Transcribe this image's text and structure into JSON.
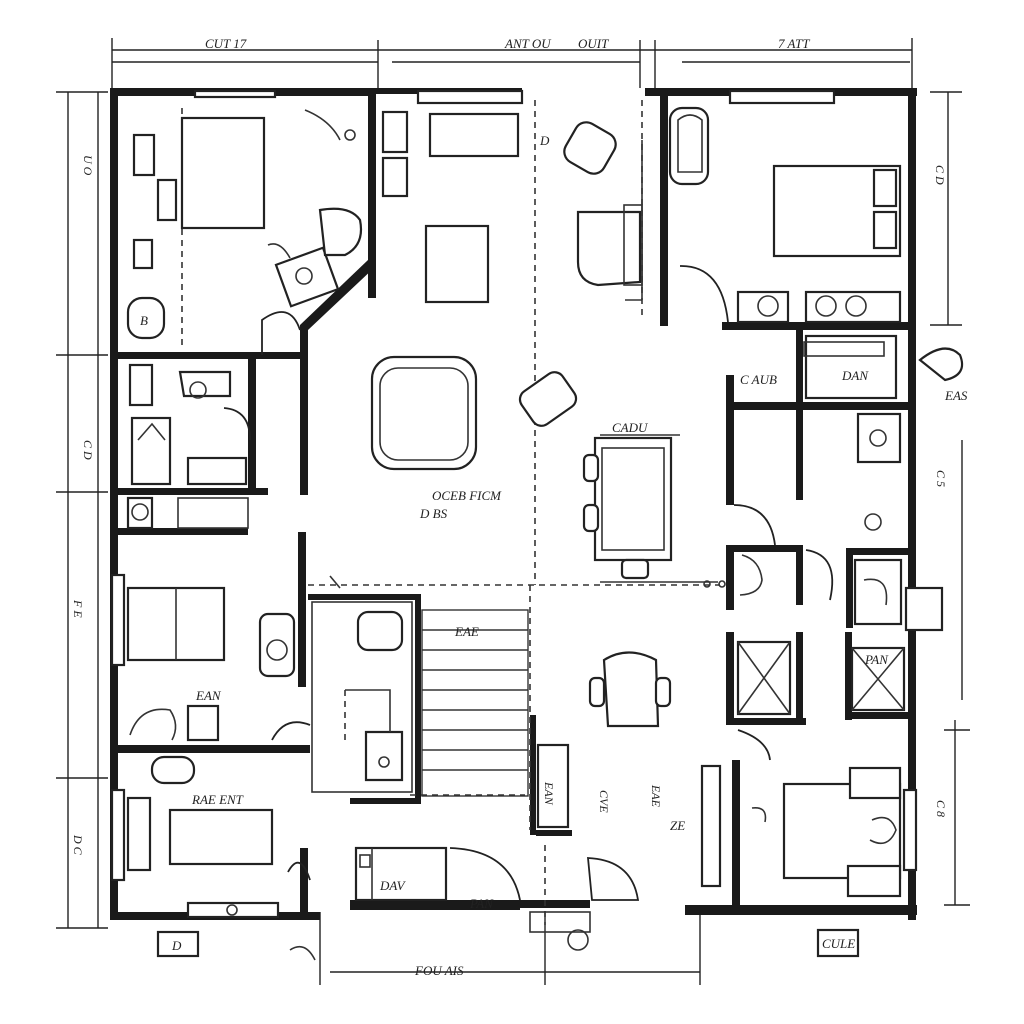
{
  "diagram": {
    "dimension_labels": {
      "top_left": "CUT 17",
      "top_center": "ANT OU",
      "top_center_b": "OUIT",
      "top_right": "7 ATT",
      "bottom": "FOU AIS",
      "left_1": "U O",
      "left_2": "C D",
      "left_3": "F E",
      "left_4": "D C",
      "right_1": "C D",
      "right_2": "C 5",
      "right_3": "C 8"
    },
    "room_labels": {
      "office": "OCEB FICM",
      "office_sub": "D BS",
      "dining": "CADU",
      "closet": "C AUB",
      "closet_b": "DAN",
      "bath_small": "EAN",
      "bedroom": "RAE ENT",
      "stairs": "EAE",
      "hall_a": "EAN",
      "hall_b": "CVE",
      "hall_c": "EAE",
      "bath_right": "PAN",
      "laundry": "DAV",
      "entry": "PAN",
      "tag_left": "D",
      "tag_right": "CULE",
      "right_side": "EAS",
      "right_mid": "ZE"
    }
  }
}
